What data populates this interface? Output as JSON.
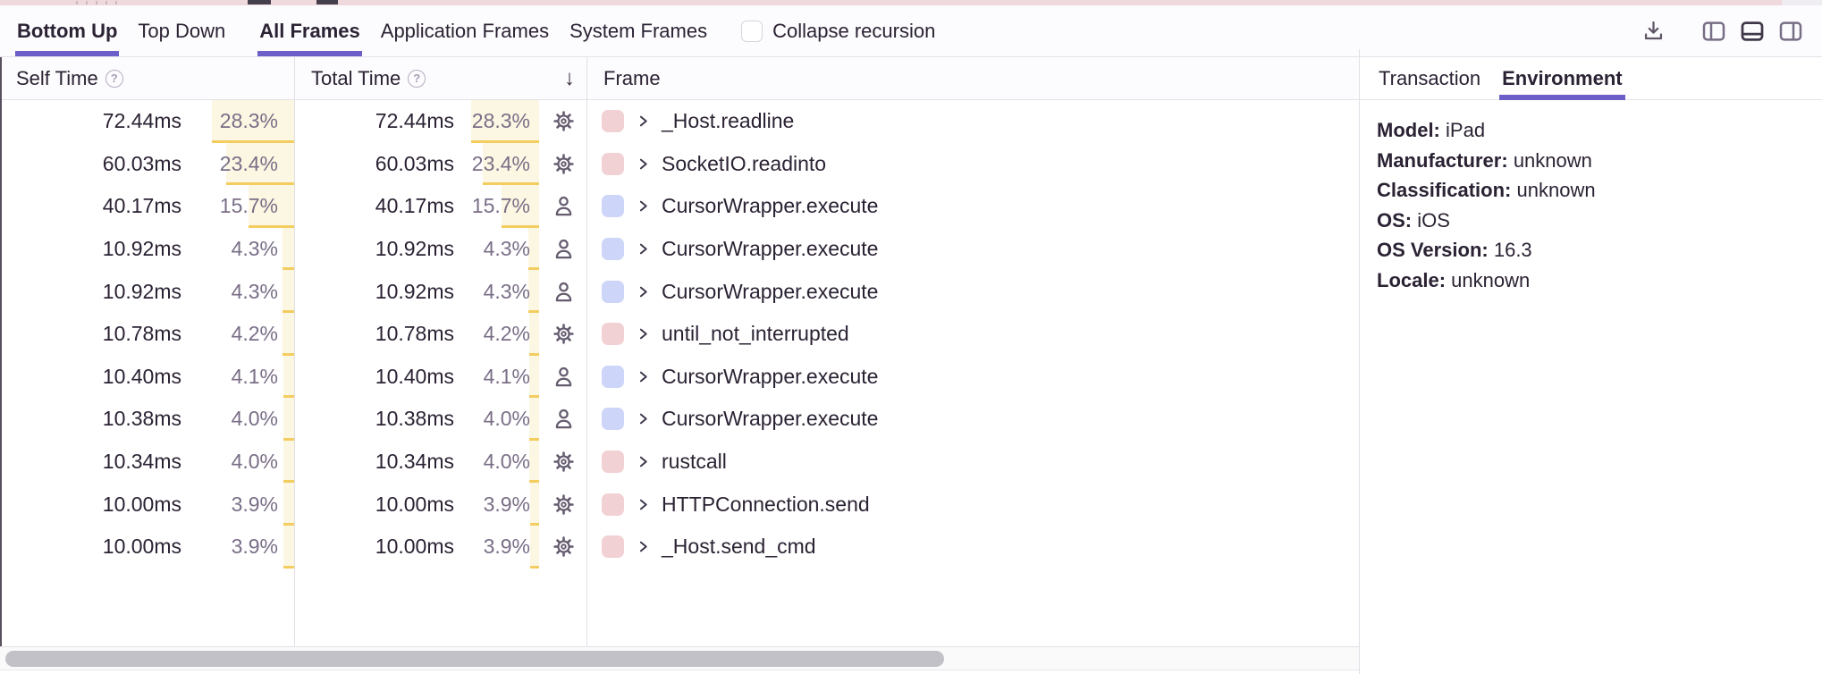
{
  "toolbar": {
    "view_tabs": [
      {
        "label": "Bottom Up",
        "active": true
      },
      {
        "label": "Top Down",
        "active": false
      }
    ],
    "frame_tabs": [
      {
        "label": "All Frames",
        "active": true
      },
      {
        "label": "Application Frames",
        "active": false
      },
      {
        "label": "System Frames",
        "active": false
      }
    ],
    "collapse_checkbox": {
      "label": "Collapse recursion",
      "checked": false
    },
    "icons": [
      "download-icon",
      "panel-left-icon",
      "panel-bottom-icon",
      "panel-right-icon"
    ],
    "active_layout_icon": "panel-bottom-icon"
  },
  "table": {
    "columns": {
      "self": "Self Time",
      "total": "Total Time",
      "frame": "Frame"
    },
    "sort": {
      "column": "Total Time",
      "direction": "descending",
      "arrow": "↓"
    },
    "help_glyph": "?",
    "rows": [
      {
        "self_time": "72.44ms",
        "self_pct": "28.3%",
        "total_time": "72.44ms",
        "total_pct": "28.3%",
        "icon": "settings-icon",
        "swatch": "#f2d1d4",
        "name": "_Host.readline"
      },
      {
        "self_time": "60.03ms",
        "self_pct": "23.4%",
        "total_time": "60.03ms",
        "total_pct": "23.4%",
        "icon": "settings-icon",
        "swatch": "#f2d1d4",
        "name": "SocketIO.readinto"
      },
      {
        "self_time": "40.17ms",
        "self_pct": "15.7%",
        "total_time": "40.17ms",
        "total_pct": "15.7%",
        "icon": "user-icon",
        "swatch": "#cdd5f9",
        "name": "CursorWrapper.execute"
      },
      {
        "self_time": "10.92ms",
        "self_pct": "4.3%",
        "total_time": "10.92ms",
        "total_pct": "4.3%",
        "icon": "user-icon",
        "swatch": "#cdd5f9",
        "name": "CursorWrapper.execute"
      },
      {
        "self_time": "10.92ms",
        "self_pct": "4.3%",
        "total_time": "10.92ms",
        "total_pct": "4.3%",
        "icon": "user-icon",
        "swatch": "#cdd5f9",
        "name": "CursorWrapper.execute"
      },
      {
        "self_time": "10.78ms",
        "self_pct": "4.2%",
        "total_time": "10.78ms",
        "total_pct": "4.2%",
        "icon": "settings-icon",
        "swatch": "#f2d1d4",
        "name": "until_not_interrupted"
      },
      {
        "self_time": "10.40ms",
        "self_pct": "4.1%",
        "total_time": "10.40ms",
        "total_pct": "4.1%",
        "icon": "user-icon",
        "swatch": "#cdd5f9",
        "name": "CursorWrapper.execute"
      },
      {
        "self_time": "10.38ms",
        "self_pct": "4.0%",
        "total_time": "10.38ms",
        "total_pct": "4.0%",
        "icon": "user-icon",
        "swatch": "#cdd5f9",
        "name": "CursorWrapper.execute"
      },
      {
        "self_time": "10.34ms",
        "self_pct": "4.0%",
        "total_time": "10.34ms",
        "total_pct": "4.0%",
        "icon": "settings-icon",
        "swatch": "#f2d1d4",
        "name": "rustcall"
      },
      {
        "self_time": "10.00ms",
        "self_pct": "3.9%",
        "total_time": "10.00ms",
        "total_pct": "3.9%",
        "icon": "settings-icon",
        "swatch": "#f2d1d4",
        "name": "HTTPConnection.send"
      },
      {
        "self_time": "10.00ms",
        "self_pct": "3.9%",
        "total_time": "10.00ms",
        "total_pct": "3.9%",
        "icon": "settings-icon",
        "swatch": "#f2d1d4",
        "name": "_Host.send_cmd"
      }
    ]
  },
  "panel": {
    "tabs": [
      {
        "label": "Transaction",
        "active": false
      },
      {
        "label": "Environment",
        "active": true
      }
    ],
    "fields": [
      {
        "label": "Model:",
        "value": "iPad"
      },
      {
        "label": "Manufacturer:",
        "value": "unknown"
      },
      {
        "label": "Classification:",
        "value": "unknown"
      },
      {
        "label": "OS:",
        "value": "iOS"
      },
      {
        "label": "OS Version:",
        "value": "16.3"
      },
      {
        "label": "Locale:",
        "value": "unknown"
      }
    ]
  },
  "colors": {
    "accent_purple": "#6c5fc7",
    "percent_bar_bg": "#fcf7e3",
    "percent_bar_border": "#f3cd60",
    "system_frame_swatch": "#f2d1d4",
    "application_frame_swatch": "#cdd5f9",
    "text_primary": "#2b2233",
    "text_percent": "#7a6e87"
  }
}
